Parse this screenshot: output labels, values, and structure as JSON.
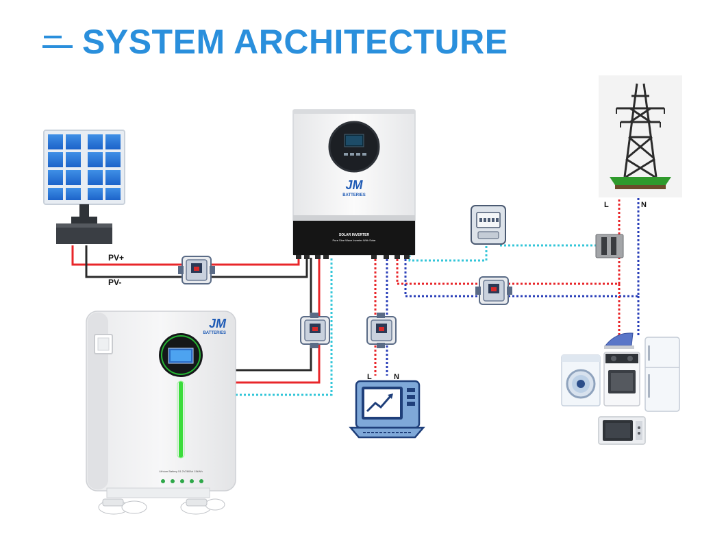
{
  "header": {
    "title": "SYSTEM ARCHITECTURE"
  },
  "labels": {
    "pv_plus": "PV+",
    "pv_minus": "PV-",
    "grid_l": "L",
    "grid_n": "N",
    "load_l": "L",
    "load_n": "N"
  },
  "inverter": {
    "brand_logo": "JM",
    "brand_sub": "BATTERIES",
    "panel_line1": "SOLAR INVERTER",
    "panel_line2": "Pure Sine Wave Inverter With Solar"
  },
  "battery": {
    "brand_logo": "JM",
    "brand_sub": "BATTERIES",
    "model_text": "Lithium Battery 51.2V280Ah 15kWh"
  },
  "wire_colors": {
    "positive": "#e8262a",
    "negative": "#2a2a2a",
    "live": "#e8262a",
    "neutral": "#2a3fb8",
    "communication": "#33c6d8"
  }
}
